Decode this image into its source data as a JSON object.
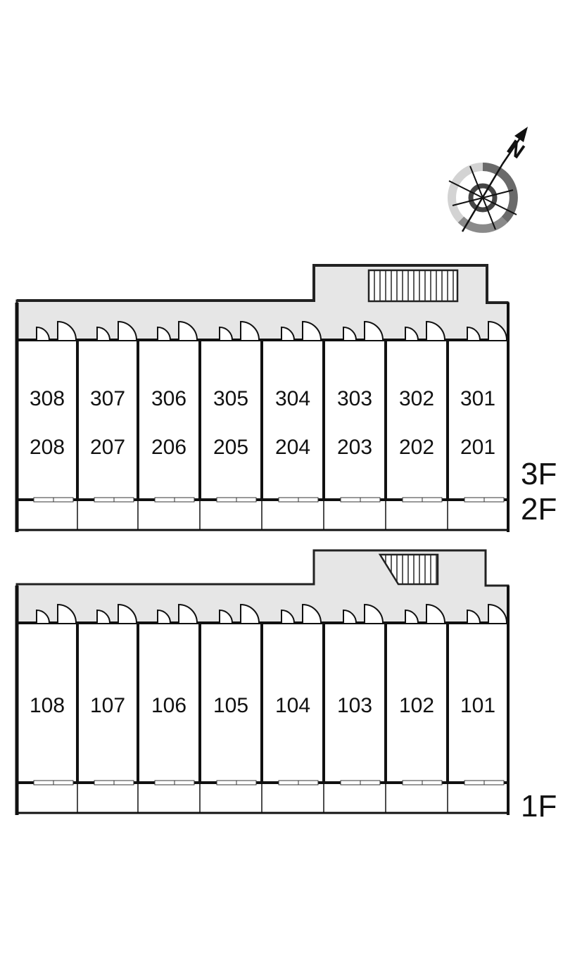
{
  "compass": {
    "letter": "N",
    "icon": "compass-north-arrow-icon"
  },
  "colors": {
    "corridor": "#e6e6e6",
    "wall": "#222222",
    "background": "#ffffff"
  },
  "upper_block": {
    "floor_labels": [
      "3F",
      "2F"
    ],
    "units_top": [
      "308",
      "307",
      "306",
      "305",
      "304",
      "303",
      "302",
      "301"
    ],
    "units_bottom": [
      "208",
      "207",
      "206",
      "205",
      "204",
      "203",
      "202",
      "201"
    ]
  },
  "lower_block": {
    "floor_labels": [
      "1F"
    ],
    "units": [
      "108",
      "107",
      "106",
      "105",
      "104",
      "103",
      "102",
      "101"
    ]
  }
}
